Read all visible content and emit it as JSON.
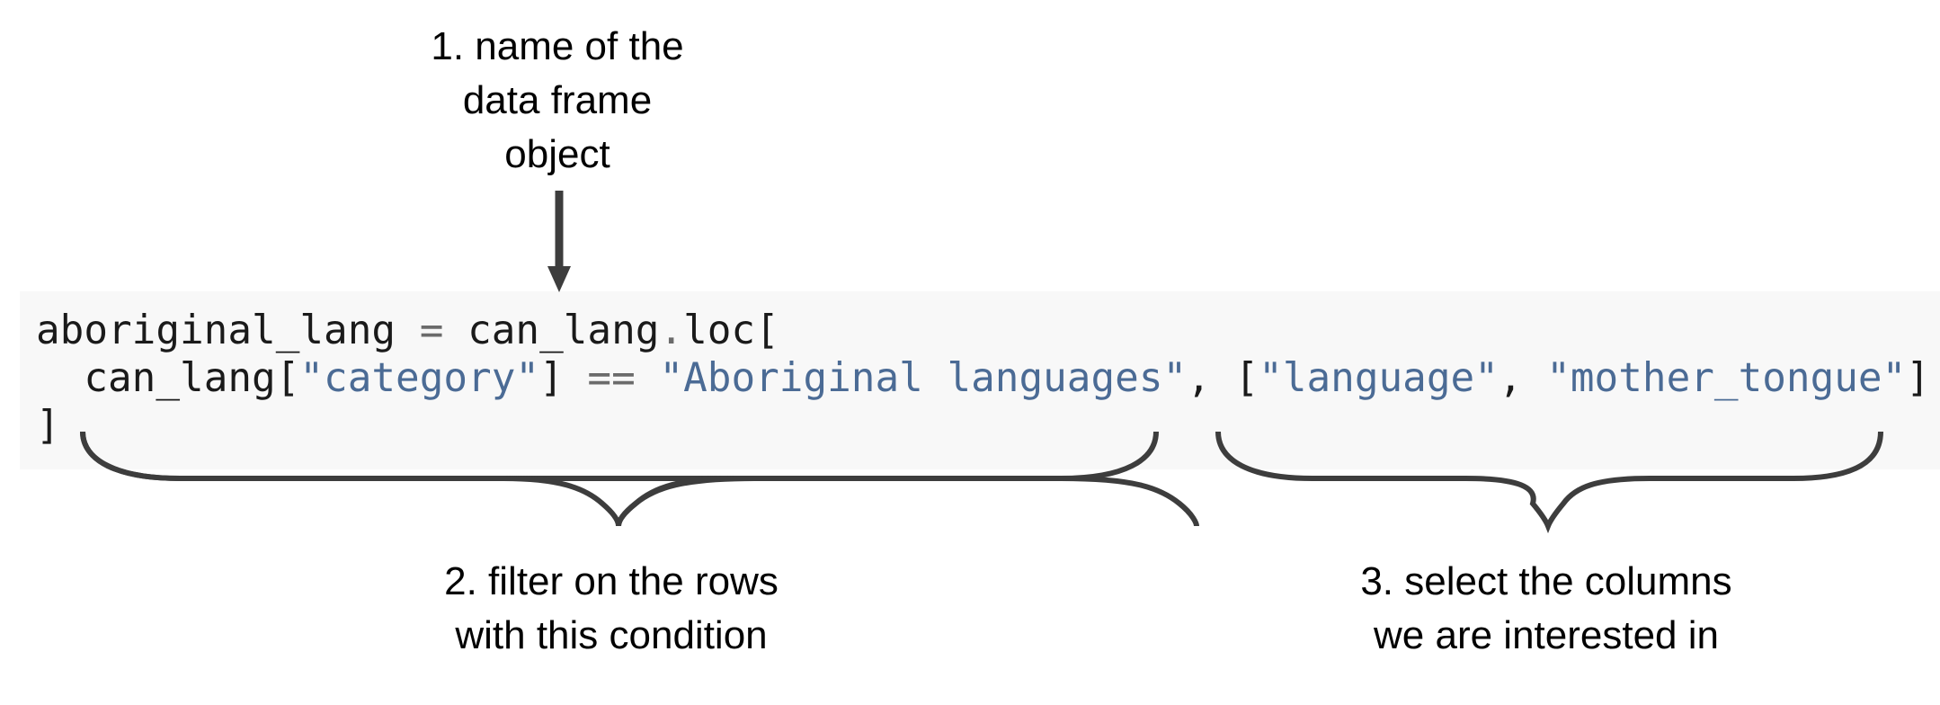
{
  "annotations": {
    "name": [
      "1. name of the",
      "data frame",
      "object"
    ],
    "filter": [
      "2. filter on the rows",
      "with this condition"
    ],
    "select": [
      "3. select the columns",
      "we are interested in"
    ]
  },
  "code": {
    "line1": {
      "var": "aboriginal_lang",
      "assign": " = ",
      "obj": "can_lang",
      "dot": ".",
      "method": "loc["
    },
    "line2": {
      "indent": "  ",
      "obj": "can_lang[",
      "key": "\"category\"",
      "close": "] ",
      "eq": "==",
      "space": " ",
      "value": "\"Aboriginal languages\"",
      "comma": ", [",
      "col1": "\"language\"",
      "sep": ", ",
      "col2": "\"mother_tongue\"",
      "end": "]"
    },
    "line3": {
      "close": "]"
    }
  },
  "colors": {
    "code_background": "#f8f8f8",
    "string": "#4b6b95",
    "operator": "#6b6b6b",
    "text": "#1a1a1a",
    "arrow_and_braces": "#3d3d3d"
  }
}
